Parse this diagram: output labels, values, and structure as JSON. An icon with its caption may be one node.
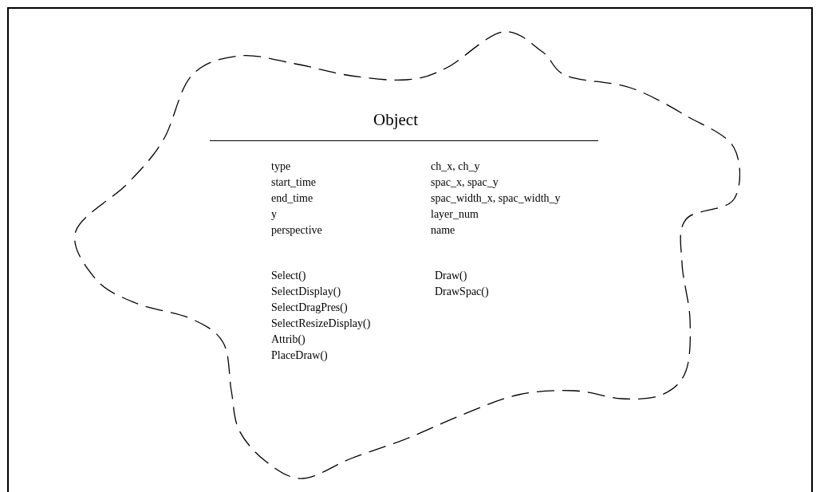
{
  "diagram": {
    "nodes": [
      {
        "text": [
          "Object",
          "type",
          "start_time",
          "end_time",
          "y",
          "perspective",
          "ch_x, ch_y",
          "spac_x, spac_y",
          "spac_width_x, spac_width_y",
          "layer_num",
          "name",
          "Select()",
          "SelectDisplay()",
          "SelectDragPres()",
          "SelectResizeDisplay()",
          "Attrib()",
          "PlaceDraw()",
          "Draw()",
          "DrawSpac()"
        ]
      }
    ]
  }
}
